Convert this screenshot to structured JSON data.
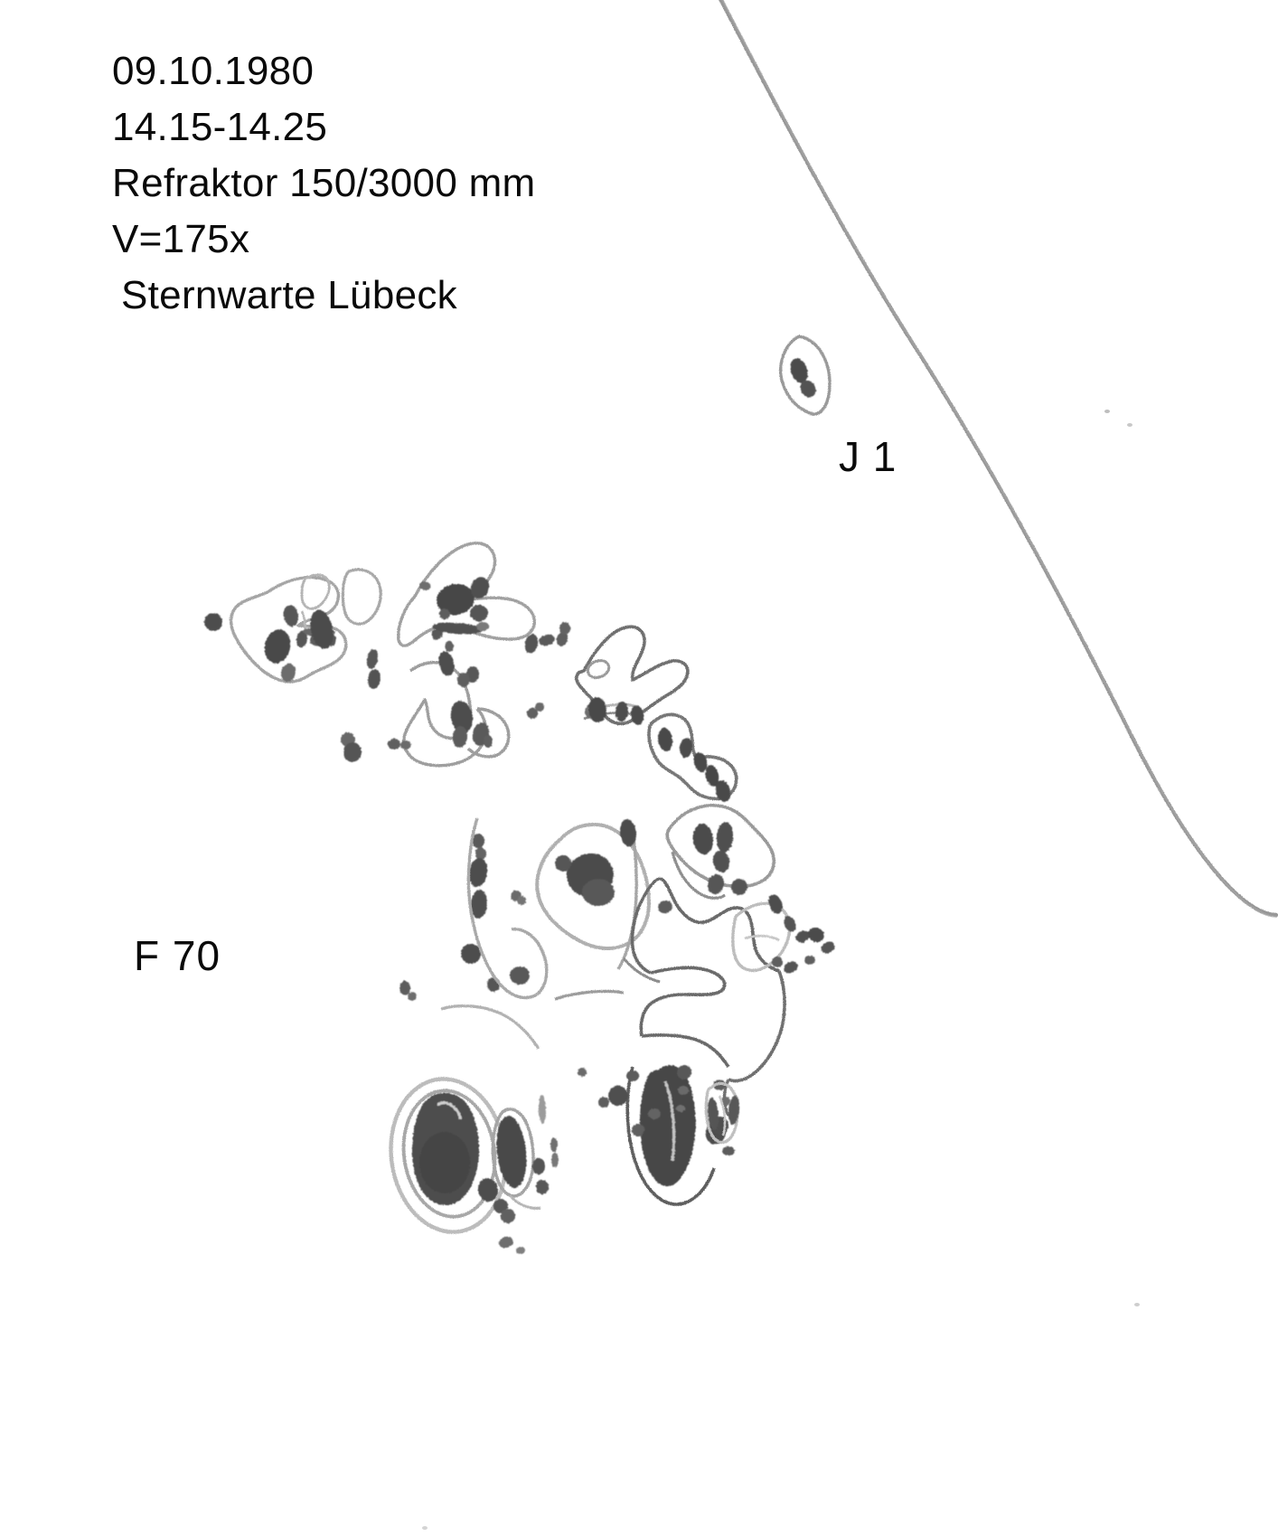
{
  "document": {
    "kind": "hand-drawn sunspot observation sketch",
    "background_color": "#ffffff",
    "ink_color_outline": "#8d8d8d",
    "ink_color_umbra": "#4a4a4a",
    "ink_color_text": "#0a0a0a"
  },
  "annotation": {
    "date": "09.10.1980",
    "time_range": "14.15-14.25",
    "instrument": "Refraktor 150/3000 mm",
    "magnification": "V=175x",
    "observatory": "Sternwarte Lübeck"
  },
  "labels": {
    "group_j1": "J 1",
    "group_f70": "F 70"
  },
  "features": {
    "solar_limb": "curved solar limb arc crossing the upper-right of the sheet",
    "group_j1_desc": "small elongated penumbra with two dark umbrae",
    "group_f70_desc": "large complex sunspot group with many penumbrae, umbrae and scattered pores"
  }
}
